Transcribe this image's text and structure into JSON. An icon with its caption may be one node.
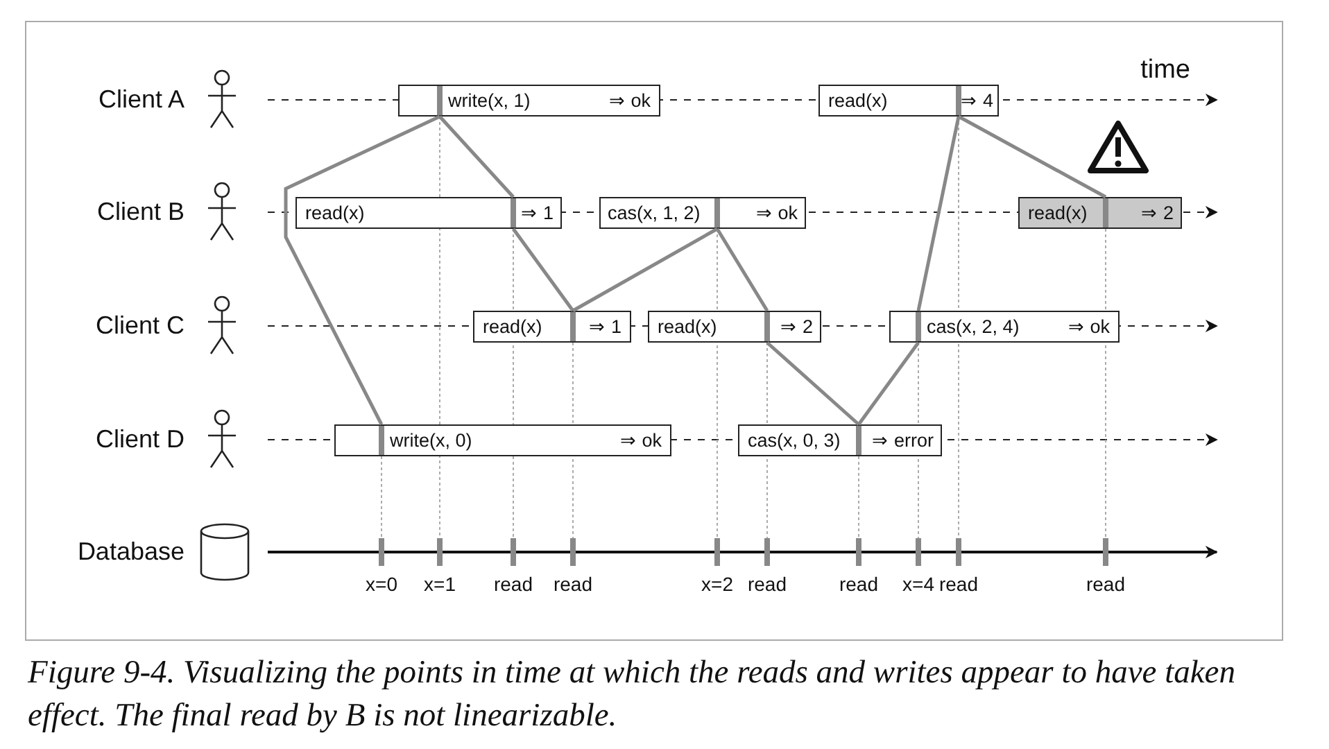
{
  "diagram": {
    "caption": "Figure 9-4. Visualizing the points in time at which the reads and writes appear to have taken effect. The final read by B is not linearizable.",
    "nodes": [
      {
        "text": [
          "Client A"
        ]
      },
      {
        "text": [
          "Client B"
        ]
      },
      {
        "text": [
          "Client C"
        ]
      },
      {
        "text": [
          "Client D"
        ]
      },
      {
        "text": [
          "Database"
        ]
      },
      {
        "text": [
          "write(x, 1)",
          "⇒ ok"
        ]
      },
      {
        "text": [
          "read(x)",
          "⇒ 4"
        ]
      },
      {
        "text": [
          "read(x)",
          "⇒ 1"
        ]
      },
      {
        "text": [
          "cas(x, 1, 2)",
          "⇒ ok"
        ]
      },
      {
        "text": [
          "read(x)",
          "⇒ 2"
        ]
      },
      {
        "text": [
          "read(x)",
          "⇒ 1"
        ]
      },
      {
        "text": [
          "read(x)",
          "⇒ 2"
        ]
      },
      {
        "text": [
          "cas(x, 2, 4)",
          "⇒ ok"
        ]
      },
      {
        "text": [
          "write(x, 0)",
          "⇒ ok"
        ]
      },
      {
        "text": [
          "cas(x, 0, 3)",
          "⇒ error"
        ]
      }
    ],
    "edges": [
      {
        "from": 5,
        "to": 13,
        "arrow": "none"
      },
      {
        "from": 5,
        "to": 7,
        "arrow": "none"
      },
      {
        "from": 7,
        "to": 10,
        "arrow": "none"
      },
      {
        "from": 10,
        "to": 8,
        "arrow": "none"
      },
      {
        "from": 8,
        "to": 11,
        "arrow": "none"
      },
      {
        "from": 11,
        "to": 14,
        "arrow": "none"
      },
      {
        "from": 14,
        "to": 12,
        "arrow": "none"
      },
      {
        "from": 12,
        "to": 6,
        "arrow": "none"
      },
      {
        "from": 6,
        "to": 9,
        "arrow": "none"
      }
    ],
    "labels": [
      "time",
      "x=0",
      "x=1",
      "read",
      "read",
      "x=2",
      "read",
      "read",
      "x=4",
      "read",
      "read"
    ]
  }
}
